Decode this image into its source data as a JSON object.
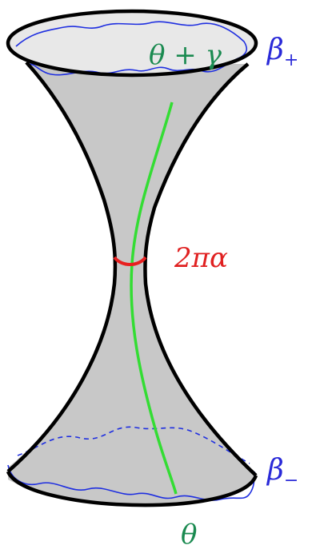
{
  "labels": {
    "top_angle": "θ + γ",
    "beta_plus_base": "β",
    "beta_plus_sub": "+",
    "neck": "2πα",
    "beta_minus_base": "β",
    "beta_minus_sub": "−",
    "bottom_angle": "θ"
  },
  "colors": {
    "surface": "#c8c8c8",
    "top_opening": "#e8e8e8",
    "outline": "#000000",
    "boundary_curve": "#1f2fe0",
    "geodesic": "#33dd33",
    "neck_arc": "#e82020",
    "angle_label": "#1a8a50",
    "beta_label": "#2a2ad8",
    "neck_label": "#e02020"
  }
}
